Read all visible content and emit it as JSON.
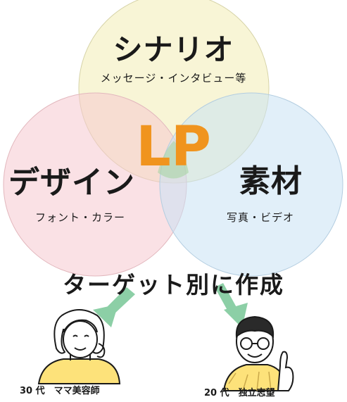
{
  "circles": {
    "scenario": {
      "title": "シナリオ",
      "subtitle": "メッセージ・インタビュー等",
      "color": "#f8f4d8"
    },
    "design": {
      "title": "デザイン",
      "subtitle": "フォント・カラー",
      "color": "#f8dde0"
    },
    "material": {
      "title": "素材",
      "subtitle": "写真・ビデオ",
      "color": "#dcecf8"
    }
  },
  "center": {
    "text": "LP",
    "color": "#f0941e"
  },
  "heading": "ターゲット別に作成",
  "arrow_color": "#8ccfa6",
  "targets": [
    {
      "label": "30 代　ママ美容師",
      "icon": "woman-hairdresser-icon"
    },
    {
      "label": "20 代　独立志望",
      "icon": "man-pointing-icon"
    }
  ]
}
